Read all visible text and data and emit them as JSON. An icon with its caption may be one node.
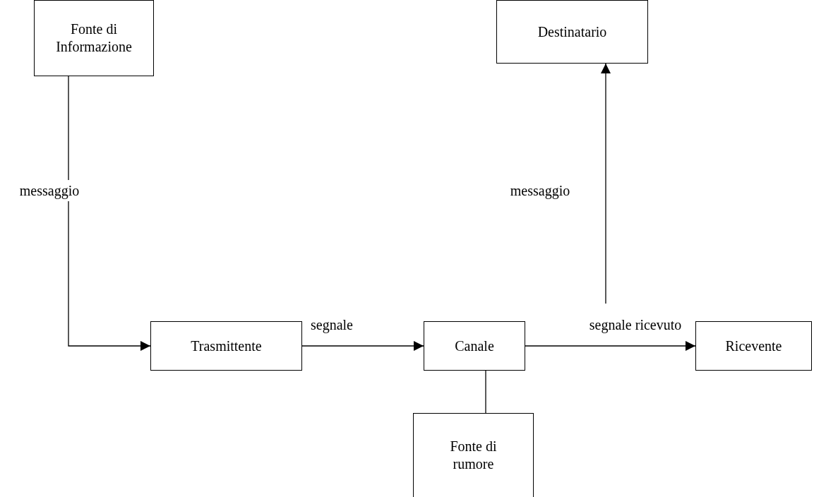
{
  "diagram": {
    "nodes": [
      {
        "text": [
          "Fonte di Informazione"
        ]
      },
      {
        "text": [
          "Destinatario"
        ]
      },
      {
        "text": [
          "Trasmittente"
        ]
      },
      {
        "text": [
          "Canale"
        ]
      },
      {
        "text": [
          "Ricevente"
        ]
      },
      {
        "text": [
          "Fonte di rumore"
        ]
      }
    ],
    "edges": [
      {
        "from": 0,
        "to": 2,
        "arrow": "to",
        "label": "messaggio"
      },
      {
        "from": 2,
        "to": 3,
        "arrow": "to",
        "label": "segnale"
      },
      {
        "from": 3,
        "to": 4,
        "arrow": "to",
        "label": "segnale ricevuto"
      },
      {
        "from": null,
        "to": 1,
        "arrow": "to",
        "label": "messaggio"
      },
      {
        "from": 5,
        "to": 3,
        "arrow": "none"
      }
    ]
  }
}
